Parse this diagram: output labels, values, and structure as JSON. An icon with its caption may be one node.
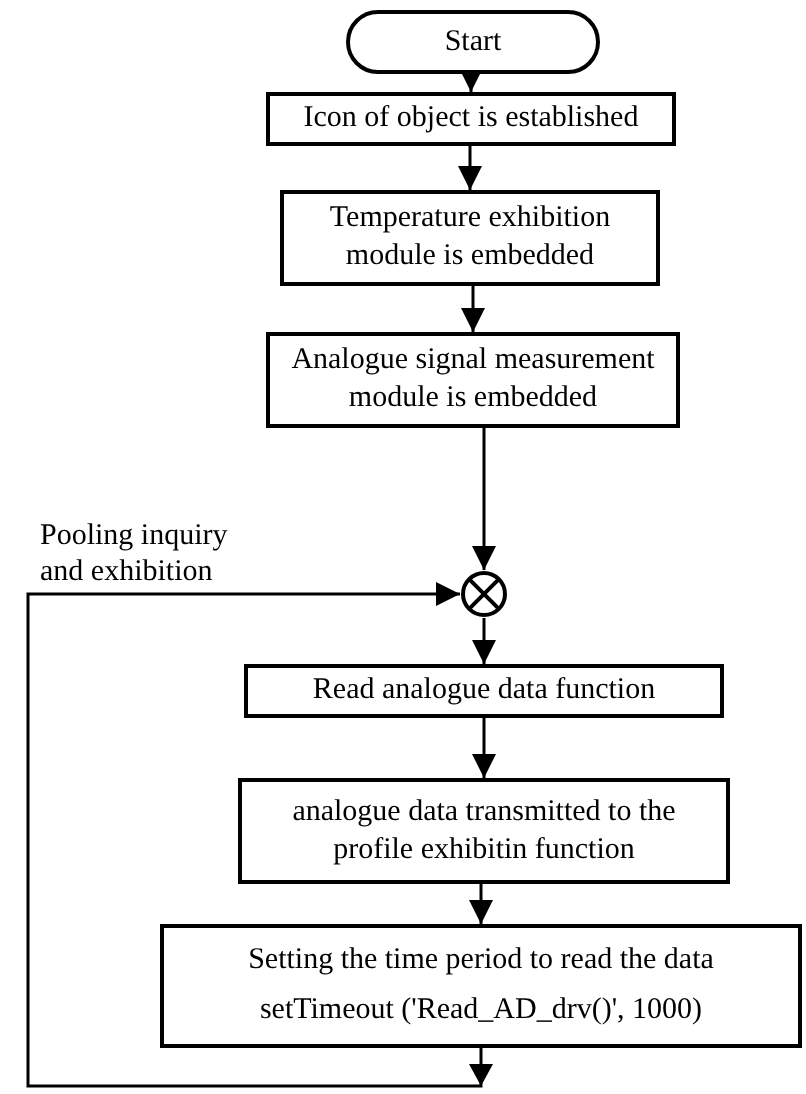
{
  "diagram": {
    "nodes": [
      {
        "text": [
          "Start"
        ]
      },
      {
        "text": [
          "Icon of object is established"
        ]
      },
      {
        "text": [
          "Temperature exhibition module is embedded"
        ]
      },
      {
        "text": [
          "Analogue signal measurement module is embedded"
        ]
      },
      {
        "text": [],
        "shape": "circle"
      },
      {
        "text": [
          "Read analogue data function"
        ]
      },
      {
        "text": [
          "analogue data transmitted to the profile exhibitin function"
        ]
      },
      {
        "text": [
          "Setting the time period to read the data",
          "setTimeout ('Read_AD_drv()', 1000)"
        ]
      }
    ],
    "edges": [
      {
        "from": 0,
        "to": 1,
        "arrow": "to"
      },
      {
        "from": 1,
        "to": 2,
        "arrow": "to"
      },
      {
        "from": 2,
        "to": 3,
        "arrow": "to"
      },
      {
        "from": 3,
        "to": 4,
        "arrow": "to"
      },
      {
        "from": 4,
        "to": 5,
        "arrow": "to"
      },
      {
        "from": 5,
        "to": 6,
        "arrow": "to"
      },
      {
        "from": 6,
        "to": 7,
        "arrow": "to"
      },
      {
        "from": 7,
        "to": 4,
        "arrow": "to",
        "label": "Pooling inquiry and exhibition"
      }
    ]
  }
}
